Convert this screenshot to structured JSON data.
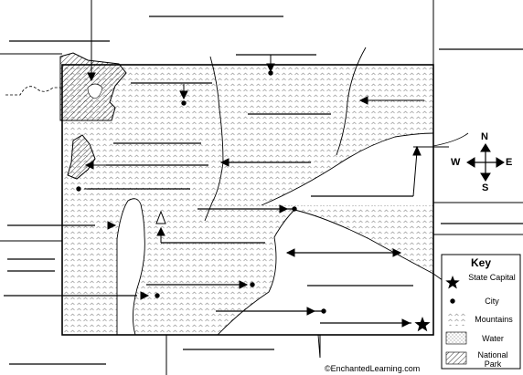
{
  "map": {
    "credit": "©EnchantedLearning.com"
  },
  "legend": {
    "title": "Key",
    "items": [
      {
        "label": "State Capital",
        "symbol": "star-icon"
      },
      {
        "label": "City",
        "symbol": "dot-icon"
      },
      {
        "label": "Mountains",
        "symbol": "mountain-pattern"
      },
      {
        "label": "Water",
        "symbol": "water-pattern"
      },
      {
        "label": "National Park",
        "symbol": "hatch-pattern"
      }
    ]
  },
  "compass": {
    "north": "N",
    "south": "S",
    "east": "E",
    "west": "W"
  }
}
